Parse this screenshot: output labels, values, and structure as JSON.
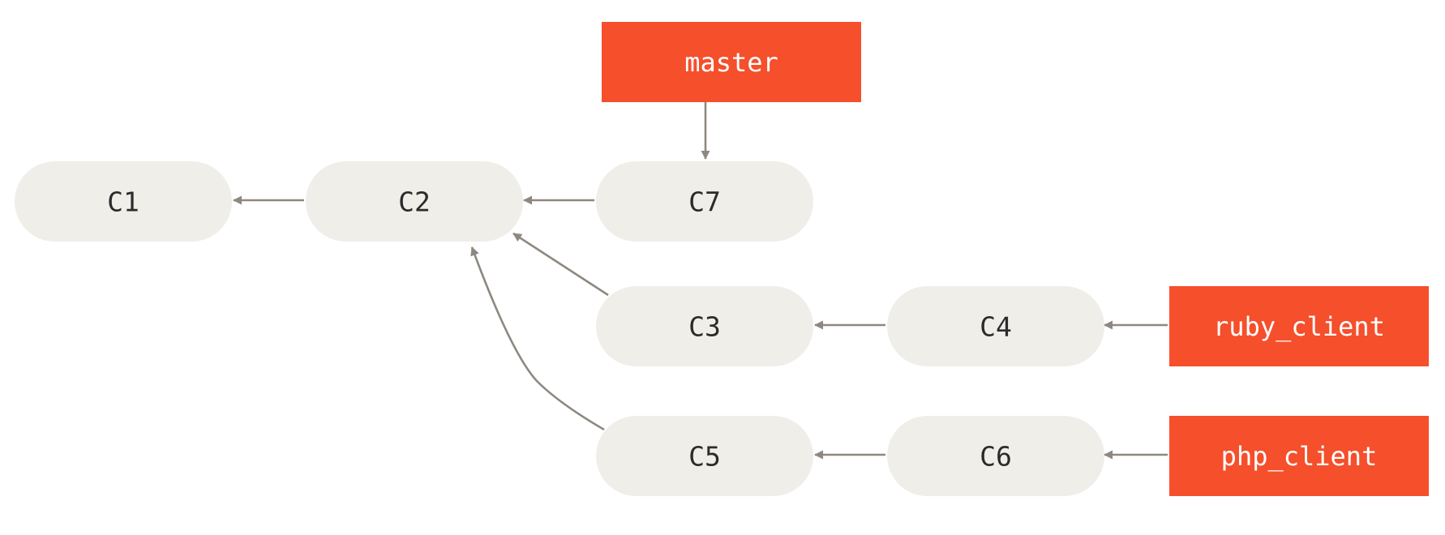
{
  "colors": {
    "commit_fill": "#efeee9",
    "branch_fill": "#f54f2c",
    "edge": "#8e8880",
    "commit_text": "#2b2b2b",
    "branch_text": "#ffffff"
  },
  "commits": {
    "c1": "C1",
    "c2": "C2",
    "c3": "C3",
    "c4": "C4",
    "c5": "C5",
    "c6": "C6",
    "c7": "C7"
  },
  "branches": {
    "master": "master",
    "ruby_client": "ruby_client",
    "php_client": "php_client"
  },
  "edges": [
    {
      "from": "C2",
      "to": "C1"
    },
    {
      "from": "C7",
      "to": "C2"
    },
    {
      "from": "C3",
      "to": "C2"
    },
    {
      "from": "C5",
      "to": "C2"
    },
    {
      "from": "C4",
      "to": "C3"
    },
    {
      "from": "C6",
      "to": "C5"
    },
    {
      "from": "master",
      "to": "C7"
    },
    {
      "from": "ruby_client",
      "to": "C4"
    },
    {
      "from": "php_client",
      "to": "C6"
    }
  ]
}
